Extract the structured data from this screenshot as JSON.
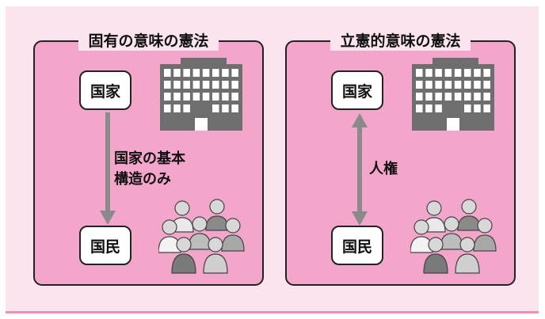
{
  "left_panel": {
    "title": "固有の意味の憲法",
    "top_node": "国家",
    "bottom_node": "国民",
    "arrow_label_line1": "国家の基本",
    "arrow_label_line2": "構造のみ",
    "arrow_direction": "down"
  },
  "right_panel": {
    "title": "立憲的意味の憲法",
    "top_node": "国家",
    "bottom_node": "国民",
    "arrow_label": "人権",
    "arrow_direction": "both"
  },
  "colors": {
    "outer_background": "#fbe4ee",
    "panel_fill": "#f3a6c9",
    "bottom_rule": "#ef8fb8",
    "arrow": "#8a8a8a",
    "building": "#6e6e6e"
  },
  "icons": [
    "building-icon",
    "people-crowd-icon"
  ]
}
